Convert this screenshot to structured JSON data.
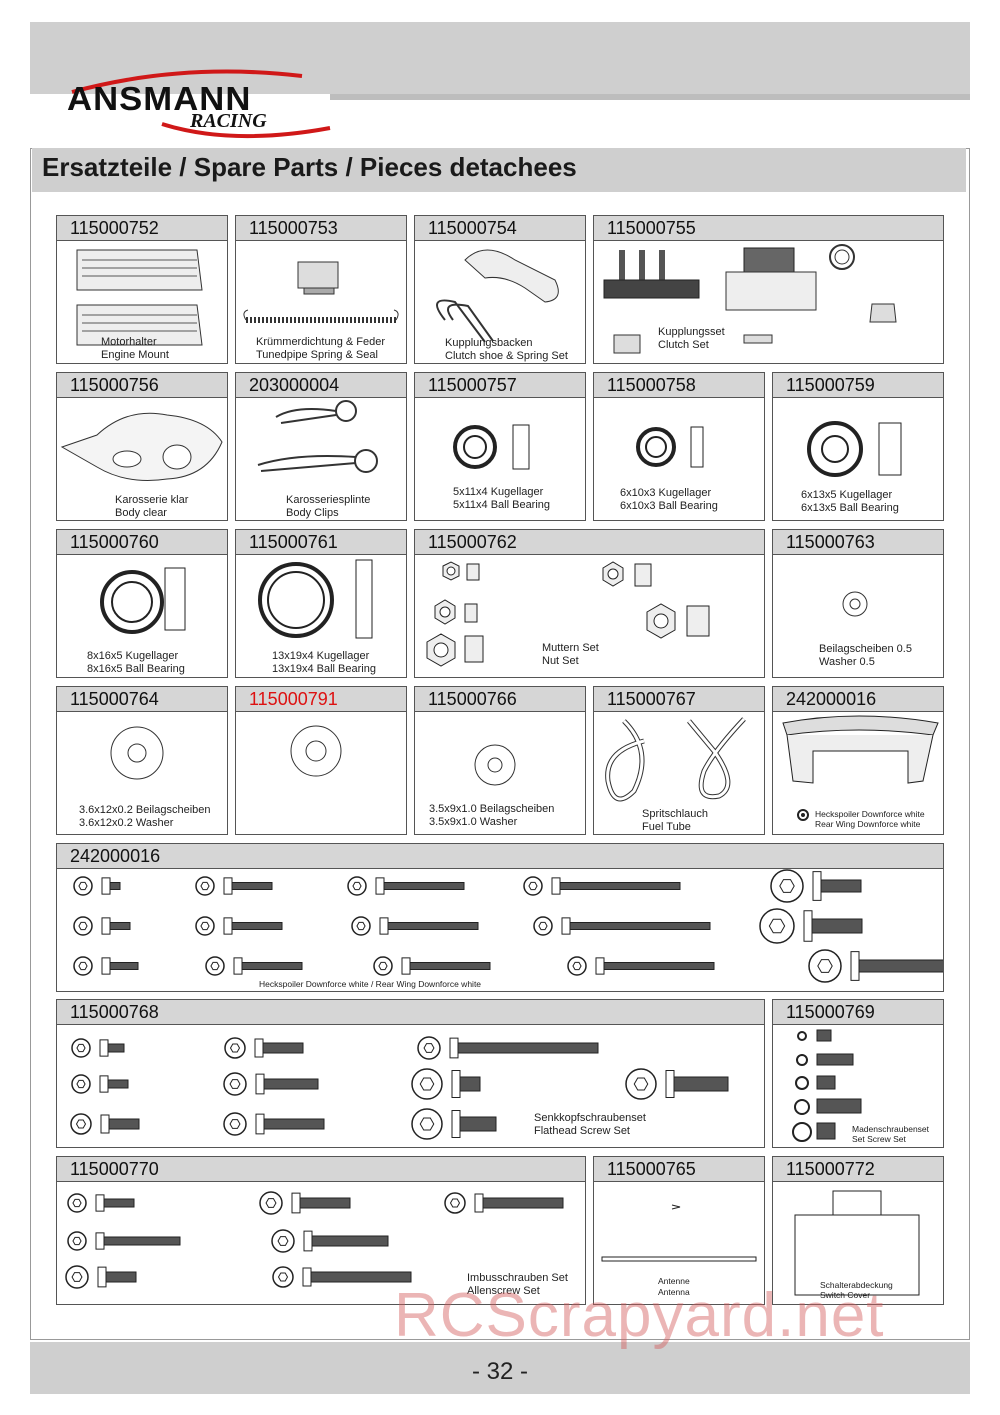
{
  "brand": {
    "name": "ANSMANN",
    "sub": "RACING"
  },
  "header": {
    "title": "Ersatzteile / Spare Parts / Pieces detachees"
  },
  "parts": [
    {
      "code": "115000752",
      "de": "Motorhalter",
      "en": "Engine Mount"
    },
    {
      "code": "115000753",
      "de": "Krümmerdichtung & Feder",
      "en": "Tunedpipe Spring & Seal"
    },
    {
      "code": "115000754",
      "de": "Kupplungsbacken",
      "en": "Clutch shoe & Spring Set"
    },
    {
      "code": "115000755",
      "de": "Kupplungsset",
      "en": "Clutch Set"
    },
    {
      "code": "115000756",
      "de": "Karosserie klar",
      "en": "Body clear"
    },
    {
      "code": "203000004",
      "de": "Karosseriesplinte",
      "en": "Body Clips"
    },
    {
      "code": "115000757",
      "de": "5x11x4 Kugellager",
      "en": "5x11x4 Ball Bearing"
    },
    {
      "code": "115000758",
      "de": "6x10x3 Kugellager",
      "en": "6x10x3 Ball Bearing"
    },
    {
      "code": "115000759",
      "de": "6x13x5 Kugellager",
      "en": "6x13x5 Ball Bearing"
    },
    {
      "code": "115000760",
      "de": "8x16x5 Kugellager",
      "en": "8x16x5 Ball Bearing"
    },
    {
      "code": "115000761",
      "de": "13x19x4 Kugellager",
      "en": "13x19x4 Ball Bearing"
    },
    {
      "code": "115000762",
      "de": "Muttern Set",
      "en": "Nut Set"
    },
    {
      "code": "115000763",
      "de": "Beilagscheiben 0.5",
      "en": "Washer 0.5"
    },
    {
      "code": "115000764",
      "de": "3.6x12x0.2 Beilagscheiben",
      "en": "3.6x12x0.2 Washer"
    },
    {
      "code": "115000791",
      "de": "",
      "en": ""
    },
    {
      "code": "115000766",
      "de": "3.5x9x1.0 Beilagscheiben",
      "en": "3.5x9x1.0 Washer"
    },
    {
      "code": "115000767",
      "de": "Spritschlauch",
      "en": "Fuel Tube"
    },
    {
      "code": "242000016",
      "de": "Heckspoiler Downforce white",
      "en": "Rear Wing Downforce white"
    },
    {
      "code": "242000016",
      "de": "Heckspoiler Downforce white / Rear Wing Downforce white",
      "en": ""
    },
    {
      "code": "115000768",
      "de": "Senkkopfschraubenset",
      "en": "Flathead Screw Set"
    },
    {
      "code": "115000769",
      "de": "Madenschraubenset",
      "en": "Set Screw Set"
    },
    {
      "code": "115000770",
      "de": "Imbusschrauben Set",
      "en": "Allenscrew Set"
    },
    {
      "code": "115000765",
      "de": "Antenne",
      "en": "Antenna"
    },
    {
      "code": "115000772",
      "de": "Schalterabdeckung",
      "en": "Switch Cover"
    }
  ],
  "footer": {
    "page": "- 32 -"
  },
  "watermark": "RCScrapyard.net"
}
